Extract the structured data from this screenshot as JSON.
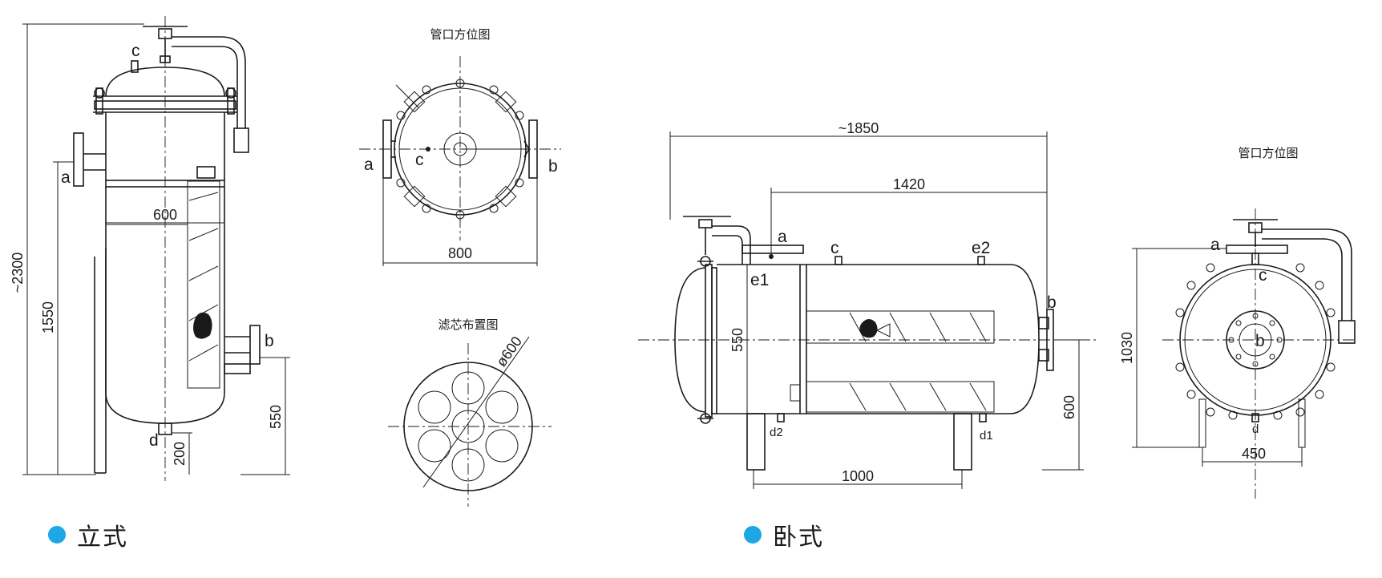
{
  "vertical": {
    "legend": "立式",
    "dims": {
      "height": "~2300",
      "diameter": "600",
      "inlet_height": "1550",
      "outlet_height": "550",
      "drain_height": "200"
    },
    "ports": {
      "a": "a",
      "b": "b",
      "c": "c",
      "d": "d"
    }
  },
  "vertical_nozzle_view": {
    "title": "管口方位图",
    "dims": {
      "width": "800"
    },
    "ports": {
      "a": "a",
      "b": "b",
      "c": "c"
    }
  },
  "cartridge_layout": {
    "title": "滤芯布置图",
    "dims": {
      "diameter": "ø600"
    }
  },
  "horizontal": {
    "legend": "卧式",
    "dims": {
      "overall_length": "~1850",
      "nozzle_span": "1420",
      "diameter": "550",
      "outlet_height": "600",
      "leg_span": "1000"
    },
    "ports": {
      "a": "a",
      "b": "b",
      "c": "c",
      "e1": "e1",
      "e2": "e2",
      "d1": "d1",
      "d2": "d2"
    }
  },
  "horizontal_nozzle_view": {
    "title": "管口方位图",
    "dims": {
      "height": "1030",
      "leg_span": "450"
    },
    "ports": {
      "a": "a",
      "b": "b",
      "c": "c",
      "d": "d"
    }
  },
  "colors": {
    "legend_dot": "#1da7e6",
    "line": "#1a1a1a"
  }
}
